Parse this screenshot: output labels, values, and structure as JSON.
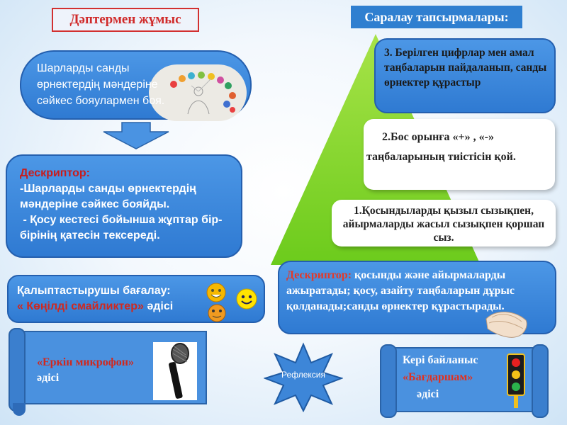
{
  "left": {
    "title": "Дәптермен жұмыс",
    "task_text": "Шарларды санды өрнектердің мәндеріне сәйкес бояулармен боя.",
    "descriptor_label": "Дескриптор:",
    "descriptor_line1": "-Шарларды санды өрнектердің мәндеріне сәйкес бояйды.",
    "descriptor_line2": " - Қосу кестесі бойынша жұптар бір- бірінің қатесін тексереді.",
    "assessment_label": "Қалыптастырушы бағалау:",
    "assessment_method": "« Көңілді смайликтер»",
    "assessment_suffix": " әдісі",
    "microphone_method": "«Еркін микрофон»",
    "microphone_suffix": "әдісі"
  },
  "right": {
    "title": "Саралау тапсырмалары:",
    "task3": "3. Берілген цифрлар мен амал таңбаларын пайдаланып, санды өрнектер құрастыр",
    "task2_line1": "2.Бос орынға «+» , «-»",
    "task2_line2": "таңбаларының тиістісін қой.",
    "task1": "1.Қосындыларды қызыл сызықпен, айырмаларды жасыл сызықпен қоршап сыз.",
    "descriptor_label": "Дескриптор:",
    "descriptor_text": " қосынды және айырмаларды ажыратады; қосу, азайту таңбаларын дұрыс қолданады;санды өрнектер құрастырады.",
    "feedback_label": "Кері байланыс",
    "feedback_method": "«Бағдаршам»",
    "feedback_suffix": "әдісі"
  },
  "center": {
    "reflection": "Рефлексия"
  },
  "colors": {
    "pill_blue": "#3a86dc",
    "triangle_green": "#7ed321",
    "title_red": "#d02a2a",
    "descriptor_red": "#e23a2a"
  },
  "icons": [
    "arrow-down-icon",
    "smiley-icon",
    "microphone-icon",
    "clapping-hands-icon",
    "traffic-light-icon",
    "star-icon"
  ]
}
